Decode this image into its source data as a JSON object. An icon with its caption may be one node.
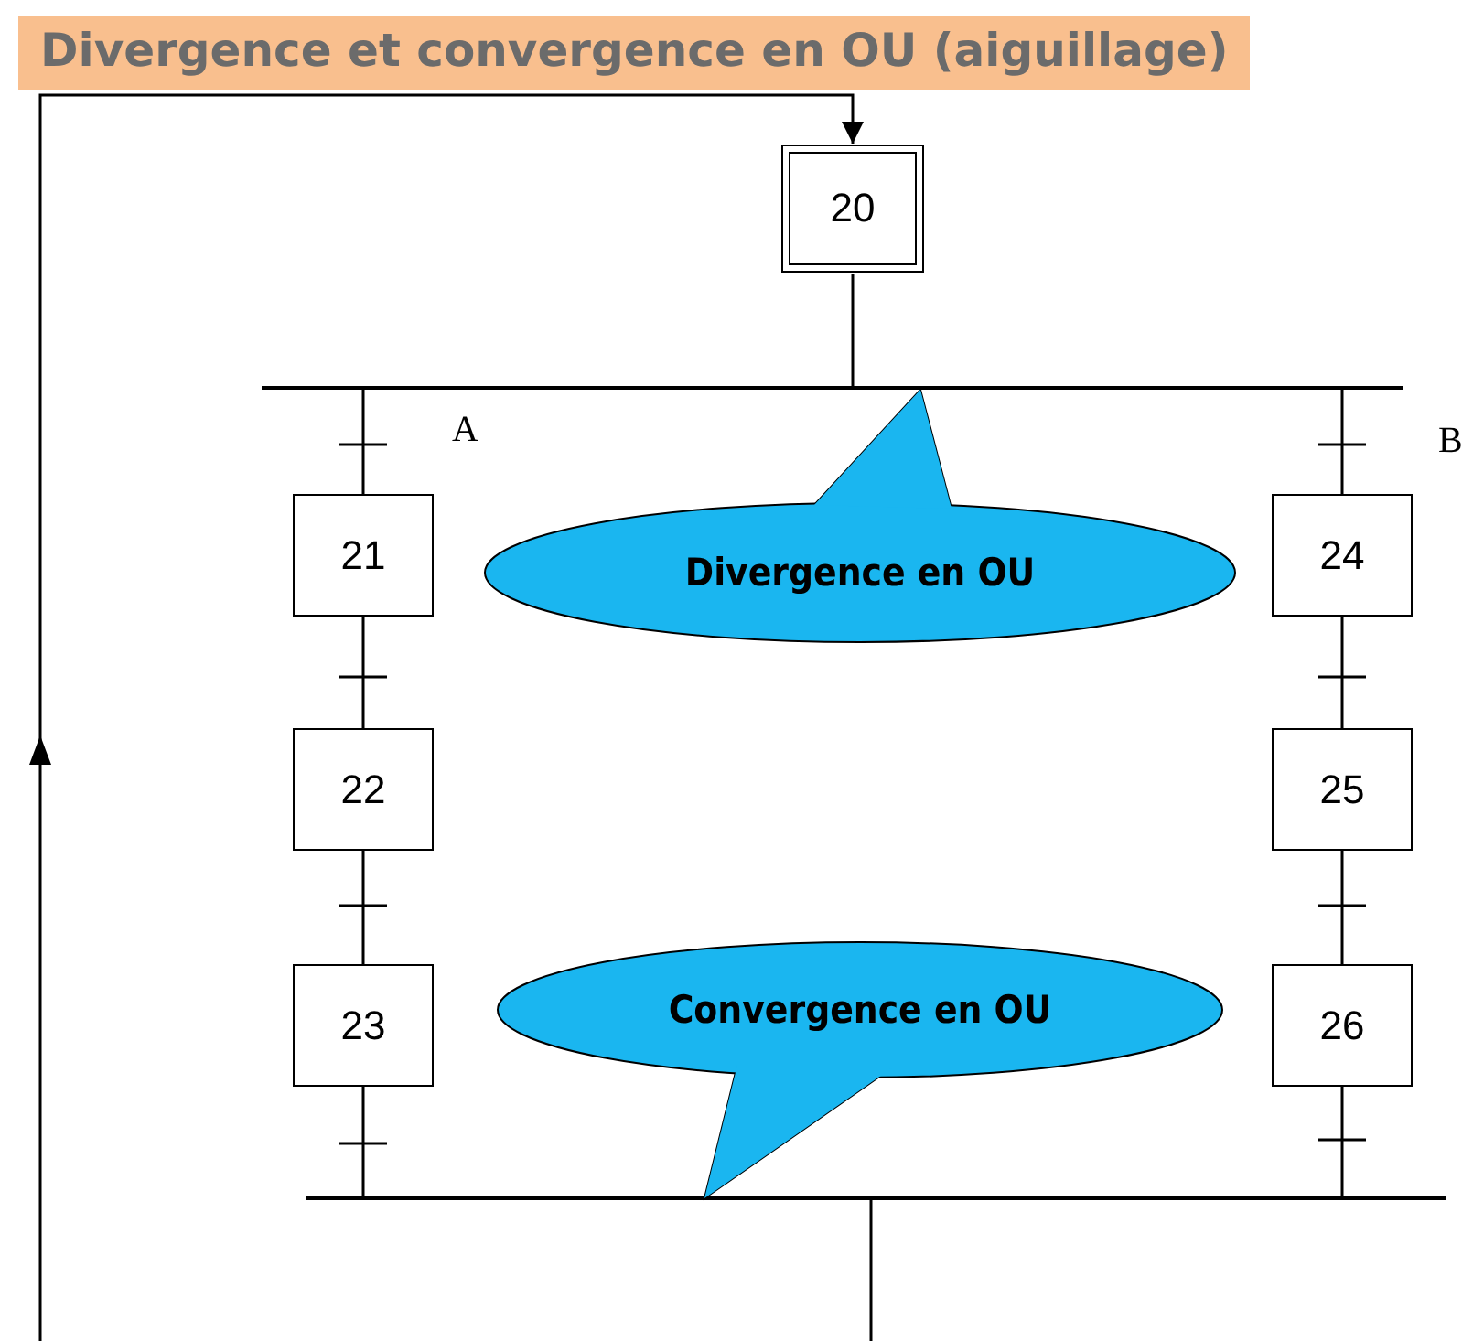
{
  "diagram": {
    "title": "Divergence et convergence en OU (aiguillage)",
    "nodes": [
      {
        "text": [
          "20"
        ]
      },
      {
        "text": [
          "21"
        ]
      },
      {
        "text": [
          "22"
        ]
      },
      {
        "text": [
          "23"
        ]
      },
      {
        "text": [
          "24"
        ]
      },
      {
        "text": [
          "25"
        ]
      },
      {
        "text": [
          "26"
        ]
      },
      {
        "text": [],
        "shape": "bar"
      },
      {
        "text": [],
        "shape": "bar"
      },
      {
        "text": [
          "Divergence en OU"
        ]
      },
      {
        "text": [
          "Convergence en OU"
        ]
      }
    ],
    "edges": [
      {
        "from": 0,
        "to": 7,
        "arrow": "none"
      },
      {
        "from": 7,
        "to": 1,
        "arrow": "none"
      },
      {
        "from": 1,
        "to": 2,
        "arrow": "none"
      },
      {
        "from": 2,
        "to": 3,
        "arrow": "none"
      },
      {
        "from": 3,
        "to": 8,
        "arrow": "none"
      },
      {
        "from": 7,
        "to": 4,
        "arrow": "none"
      },
      {
        "from": 4,
        "to": 5,
        "arrow": "none"
      },
      {
        "from": 5,
        "to": 6,
        "arrow": "none"
      },
      {
        "from": 6,
        "to": 8,
        "arrow": "none"
      },
      {
        "from": 8,
        "to": null,
        "arrow": "none"
      },
      {
        "from": null,
        "to": 0,
        "arrow": "to"
      }
    ],
    "labels": [
      "A",
      "B"
    ]
  }
}
